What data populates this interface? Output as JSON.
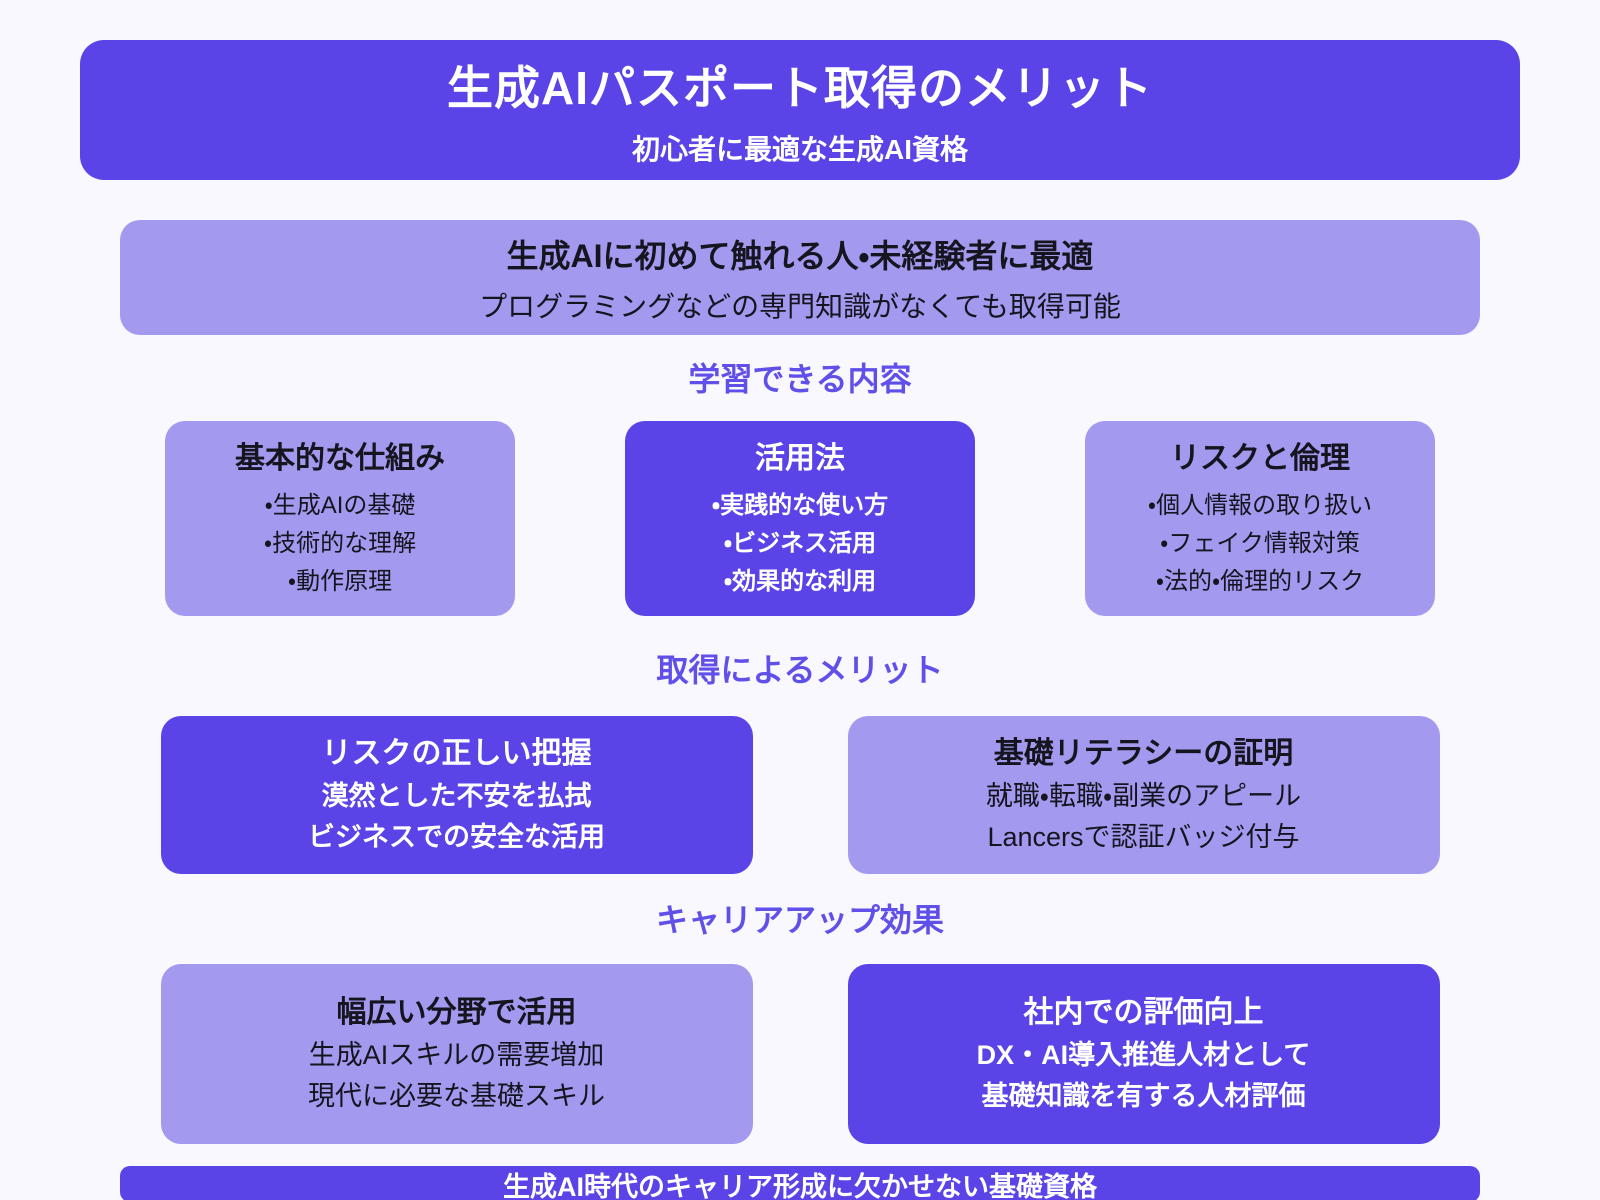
{
  "colors": {
    "background": "#f8f8fe",
    "accent_dark": "#5a44e8",
    "accent_light": "#a39af0",
    "heading_text": "#6050e9",
    "dark_text": "#15151f",
    "light_text": "#ffffff"
  },
  "header": {
    "title": "生成AIパスポート取得のメリット",
    "subtitle": "初心者に最適な生成AI資格"
  },
  "intro": {
    "title": "生成AIに初めて触れる人・未経験者に最適",
    "subtitle": "プログラミングなどの専門知識がなくても取得可能"
  },
  "sections": [
    {
      "heading": "学習できる内容",
      "cards": [
        {
          "title": "基本的な仕組み",
          "variant": "light",
          "items": [
            "・生成AIの基礎",
            "・技術的な理解",
            "・動作原理"
          ]
        },
        {
          "title": "活用法",
          "variant": "dark",
          "items": [
            "・実践的な使い方",
            "・ビジネス活用",
            "・効果的な利用"
          ]
        },
        {
          "title": "リスクと倫理",
          "variant": "light",
          "items": [
            "・個人情報の取り扱い",
            "・フェイク情報対策",
            "・法的・倫理的リスク"
          ]
        }
      ]
    },
    {
      "heading": "取得によるメリット",
      "cards": [
        {
          "title": "リスクの正しい把握",
          "variant": "dark",
          "items": [
            "漠然とした不安を払拭",
            "ビジネスでの安全な活用"
          ]
        },
        {
          "title": "基礎リテラシーの証明",
          "variant": "light",
          "items": [
            "就職・転職・副業のアピール",
            "Lancersで認証バッジ付与"
          ]
        }
      ]
    },
    {
      "heading": "キャリアアップ効果",
      "cards": [
        {
          "title": "幅広い分野で活用",
          "variant": "light",
          "items": [
            "生成AIスキルの需要増加",
            "現代に必要な基礎スキル"
          ]
        },
        {
          "title": "社内での評価向上",
          "variant": "dark",
          "items": [
            "DX・AI導入推進人材として",
            "基礎知識を有する人材評価"
          ]
        }
      ]
    }
  ],
  "footer": {
    "text": "生成AI時代のキャリア形成に欠かせない基礎資格"
  }
}
